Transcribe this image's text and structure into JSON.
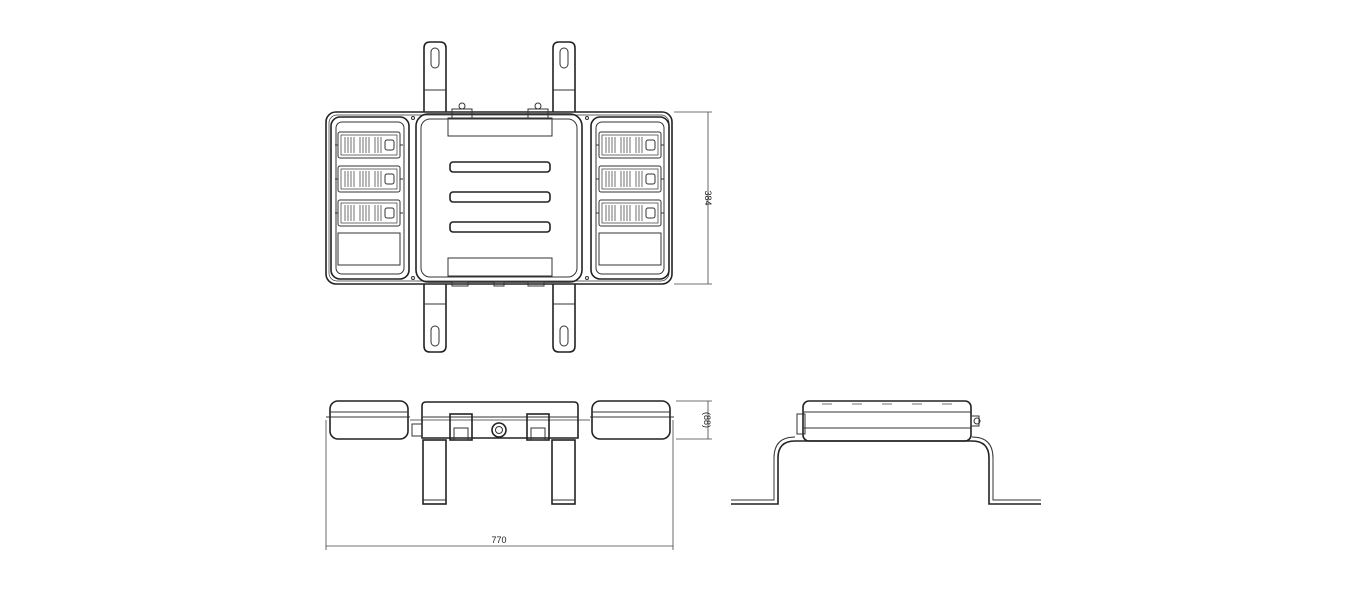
{
  "dimensions": {
    "width_label": "770",
    "height_label": "384",
    "depth_label": "(88)"
  },
  "colors": {
    "line": "#222222",
    "background": "#ffffff"
  }
}
